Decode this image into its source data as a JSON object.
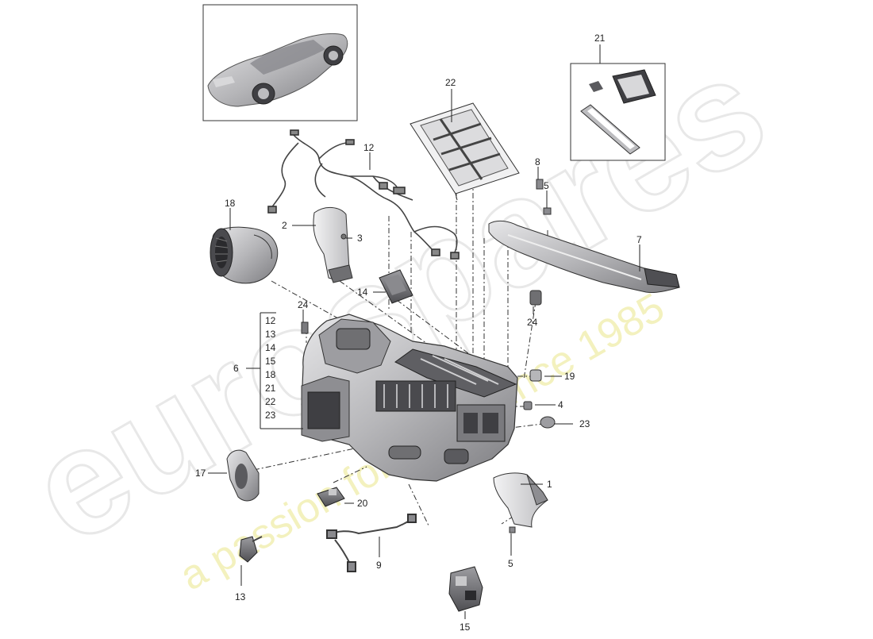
{
  "watermark": {
    "brand": "eurospares",
    "tagline": "a passion for parts since 1985"
  },
  "callouts": {
    "c1": "1",
    "c2": "2",
    "c3": "3",
    "c4": "4",
    "c5a": "5",
    "c5b": "5",
    "c6": "6",
    "c7": "7",
    "c8": "8",
    "c9": "9",
    "c12": "12",
    "c13": "13",
    "c14": "14",
    "c15": "15",
    "c17": "17",
    "c18": "18",
    "c19": "19",
    "c20": "20",
    "c21": "21",
    "c22": "22",
    "c23": "23",
    "c24a": "24",
    "c24b": "24"
  },
  "group6_list": [
    "12",
    "13",
    "14",
    "15",
    "18",
    "21",
    "22",
    "23"
  ],
  "colors": {
    "line": "#222222",
    "part_fill": "#b9b9bb",
    "part_dark": "#6f6f72",
    "part_light": "#e2e2e4",
    "watermark_gray": "#eeeeee",
    "watermark_yellow": "#f1efb3"
  }
}
